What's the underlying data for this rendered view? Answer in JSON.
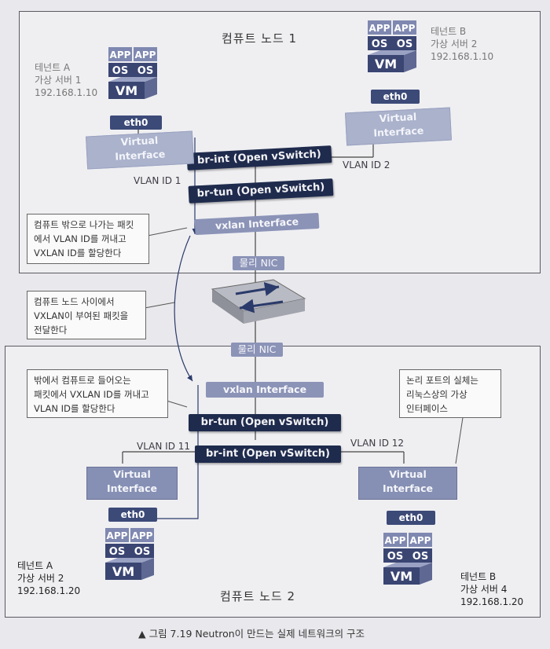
{
  "nodes": {
    "top": {
      "title": "컴퓨트 노드 1"
    },
    "bottom": {
      "title": "컴퓨트 노드 2"
    }
  },
  "vms": {
    "a1": {
      "tenant": "테넌트 A",
      "server": "가상 서버 1",
      "ip": "192.168.1.10"
    },
    "b2": {
      "tenant": "테넌트 B",
      "server": "가상 서버 2",
      "ip": "192.168.1.10"
    },
    "a2": {
      "tenant": "테넌트 A",
      "server": "가상 서버 2",
      "ip": "192.168.1.20"
    },
    "b4": {
      "tenant": "테넌트 B",
      "server": "가상 서버 4",
      "ip": "192.168.1.20"
    }
  },
  "labels": {
    "app": "APP",
    "os": "OS",
    "vm": "VM",
    "eth0": "eth0",
    "virtual": "Virtual",
    "interface": "Interface",
    "br_int": "br-int (Open vSwitch)",
    "br_tun": "br-tun (Open vSwitch)",
    "vxlan_if": "vxlan Interface",
    "vxlan_if_top": "vxlan  Interface",
    "phys_nic": "물리 NIC",
    "vlan1": "VLAN ID 1",
    "vlan2": "VLAN ID 2",
    "vlan11": "VLAN ID 11",
    "vlan12": "VLAN ID 12"
  },
  "callouts": {
    "out": [
      "컴퓨트 밖으로 나가는 패킷",
      "에서 VLAN ID를 꺼내고",
      "VXLAN ID를 할당한다"
    ],
    "between": [
      "컴퓨트 노드 사이에서",
      "VXLAN이 부여된 패킷을",
      "전달한다"
    ],
    "in": [
      "밖에서 컴퓨트로 들어오는",
      "패킷에서 VXLAN ID를 꺼내고",
      "VLAN ID를 할당한다"
    ],
    "logical": [
      "논리 포트의 실체는",
      "리눅스상의 가상",
      "인터페이스"
    ]
  },
  "caption": "▲ 그림 7.19 Neutron이 만드는 실제 네트워크의 구조",
  "colors": {
    "dark_bar": "#1f2b4d",
    "mid_bar": "#8b93b7",
    "vm_face": "#3a4572",
    "vm_top": "#7f88b0"
  }
}
